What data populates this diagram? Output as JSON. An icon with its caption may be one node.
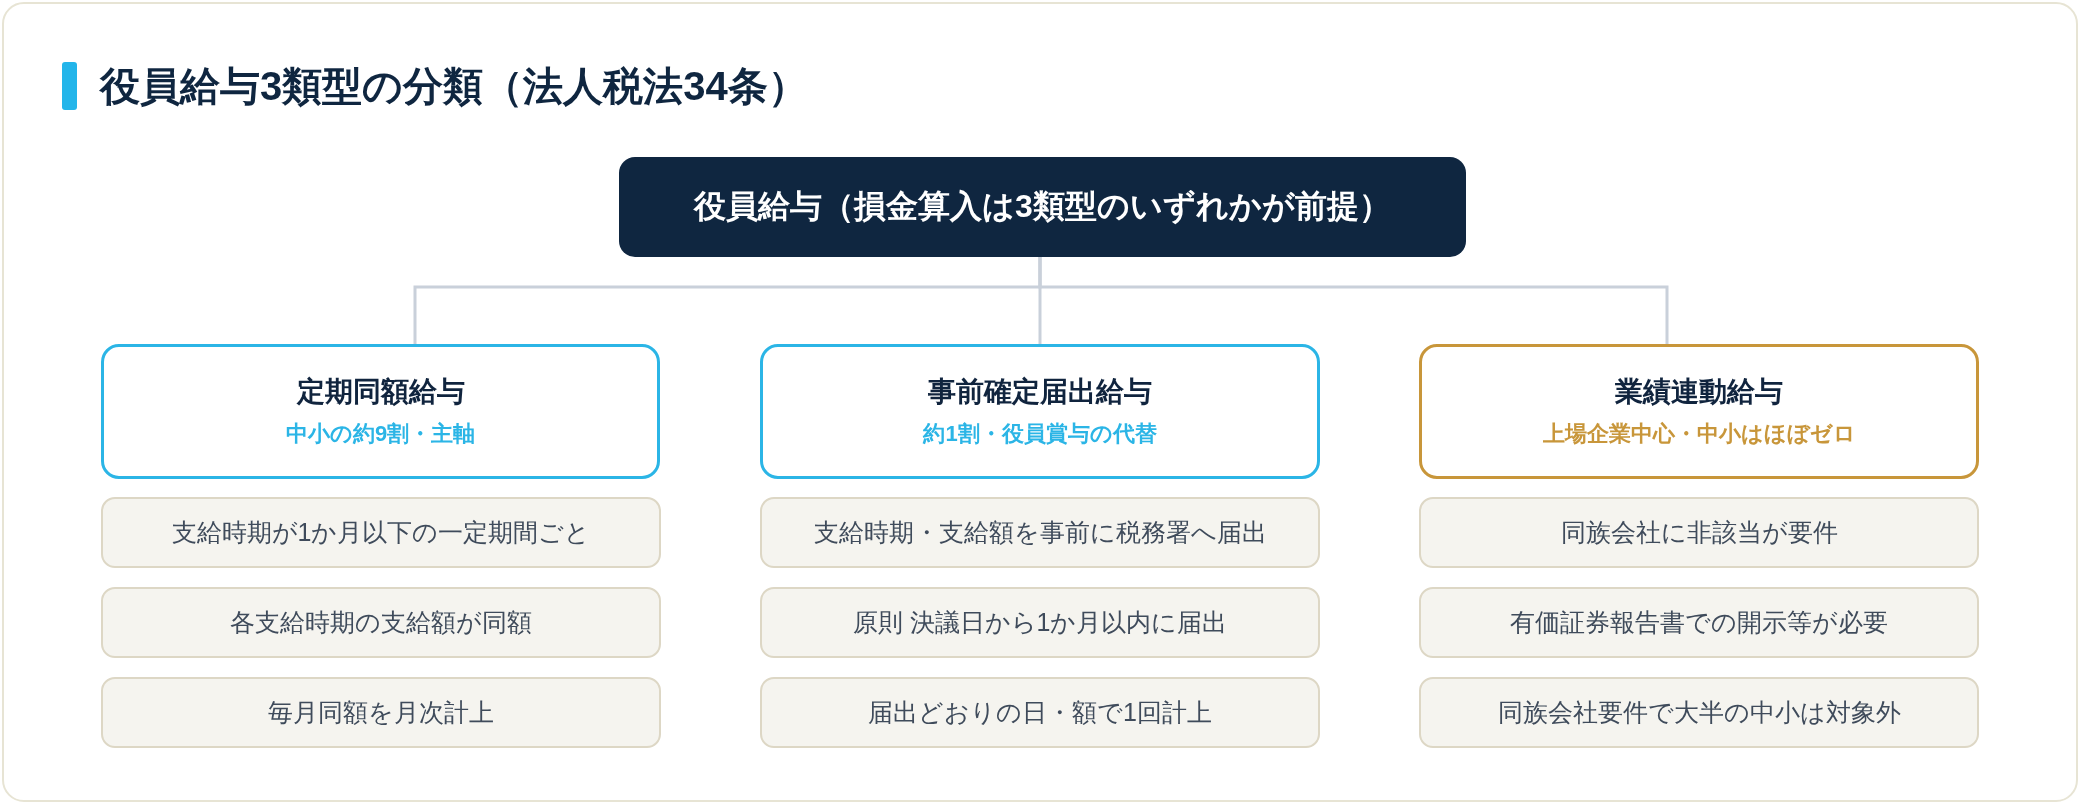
{
  "diagram": {
    "title": "役員給与3類型の分類（法人税法34条）",
    "nodes": [
      {
        "text": [
          "役員給与（損金算入は3類型のいずれかが前提）"
        ]
      },
      {
        "text": [
          "定期同額給与",
          "中小の約9割・主軸"
        ]
      },
      {
        "text": [
          "事前確定届出給与",
          "約1割・役員賞与の代替"
        ]
      },
      {
        "text": [
          "業績連動給与",
          "上場企業中心・中小はほぼゼロ"
        ]
      },
      {
        "text": [
          "支給時期が1か月以下の一定期間ごと"
        ]
      },
      {
        "text": [
          "各支給時期の支給額が同額"
        ]
      },
      {
        "text": [
          "毎月同額を月次計上"
        ]
      },
      {
        "text": [
          "支給時期・支給額を事前に税務署へ届出"
        ]
      },
      {
        "text": [
          "原則 決議日から1か月以内に届出"
        ]
      },
      {
        "text": [
          "届出どおりの日・額で1回計上"
        ]
      },
      {
        "text": [
          "同族会社に非該当が要件"
        ]
      },
      {
        "text": [
          "有価証券報告書での開示等が必要"
        ]
      },
      {
        "text": [
          "同族会社要件で大半の中小は対象外"
        ]
      }
    ],
    "edges": [
      {
        "from": 0,
        "to": 1,
        "arrow": "none"
      },
      {
        "from": 0,
        "to": 2,
        "arrow": "none"
      },
      {
        "from": 0,
        "to": 3,
        "arrow": "none"
      }
    ]
  }
}
